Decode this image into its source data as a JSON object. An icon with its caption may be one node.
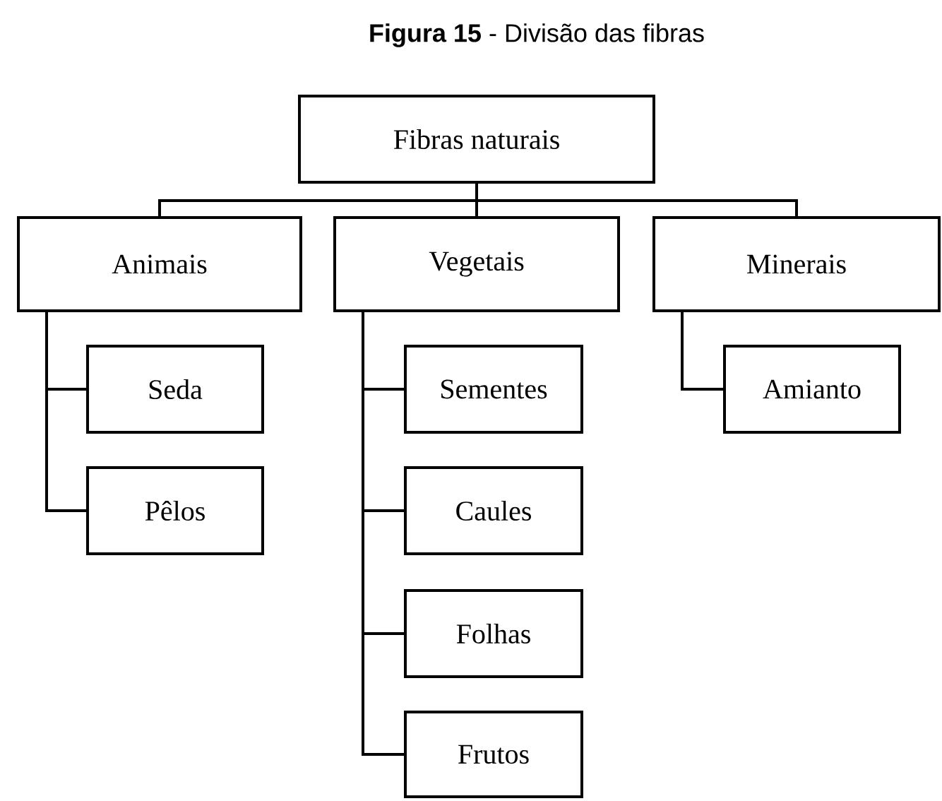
{
  "diagram": {
    "title": "**Figura  15** - Divisão das fibras",
    "nodes": [
      {
        "text": [
          "Fibras naturais"
        ]
      },
      {
        "text": [
          "Animais"
        ]
      },
      {
        "text": [
          "Vegetais"
        ]
      },
      {
        "text": [
          "Minerais"
        ]
      },
      {
        "text": [
          "Seda"
        ]
      },
      {
        "text": [
          "Pêlos"
        ]
      },
      {
        "text": [
          "Sementes"
        ]
      },
      {
        "text": [
          "Caules"
        ]
      },
      {
        "text": [
          "Folhas"
        ]
      },
      {
        "text": [
          "Frutos"
        ]
      },
      {
        "text": [
          "Amianto"
        ]
      }
    ],
    "edges": [
      {
        "from": 0,
        "to": 1,
        "arrow": "none"
      },
      {
        "from": 0,
        "to": 2,
        "arrow": "none"
      },
      {
        "from": 0,
        "to": 3,
        "arrow": "none"
      },
      {
        "from": 1,
        "to": 4,
        "arrow": "none"
      },
      {
        "from": 1,
        "to": 5,
        "arrow": "none"
      },
      {
        "from": 2,
        "to": 6,
        "arrow": "none"
      },
      {
        "from": 2,
        "to": 7,
        "arrow": "none"
      },
      {
        "from": 2,
        "to": 8,
        "arrow": "none"
      },
      {
        "from": 2,
        "to": 9,
        "arrow": "none"
      },
      {
        "from": 3,
        "to": 10,
        "arrow": "none"
      }
    ]
  }
}
